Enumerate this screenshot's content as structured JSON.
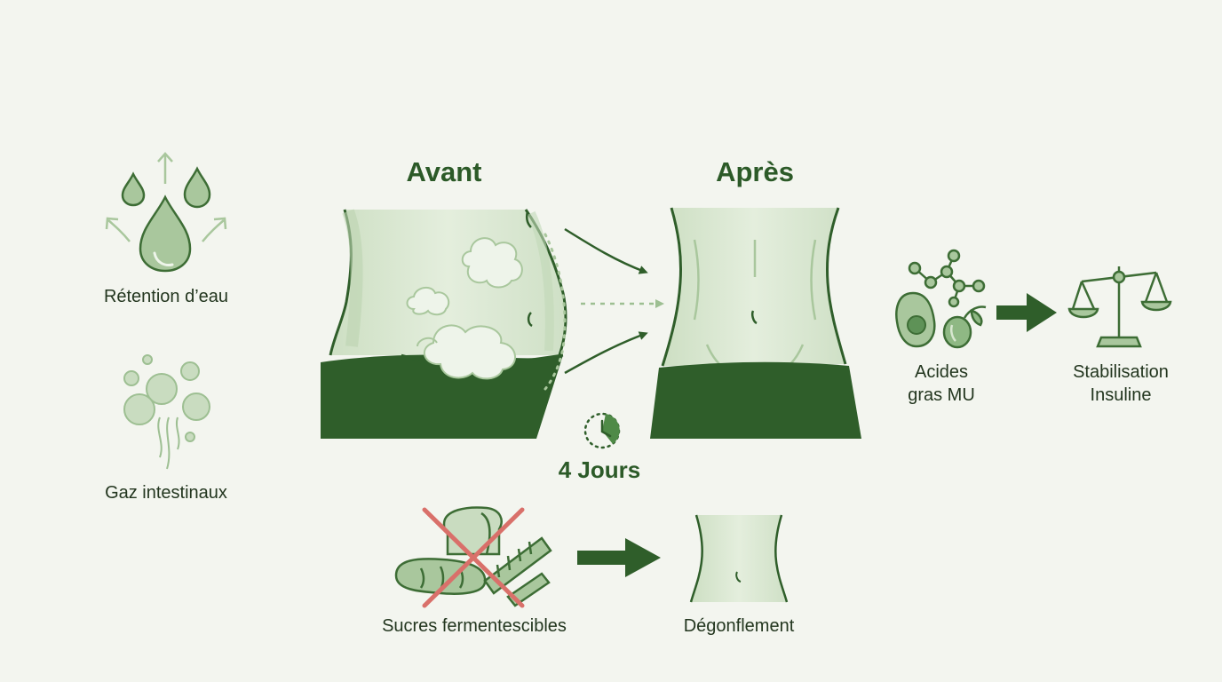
{
  "labels": {
    "water_retention": "Rétention d’eau",
    "intestinal_gas": "Gaz intestinaux",
    "before": "Avant",
    "after": "Après",
    "duration": "4 Jours",
    "mufa": "Acides\ngras MU",
    "insulin": "Stabilisation\nInsuline",
    "fermentable_sugars": "Sucres fermentescibles",
    "deflation": "Dégonflement"
  },
  "icons": {
    "water": "water-drop-icon",
    "gas": "bubbles-icon",
    "timer": "timer-icon",
    "avocado": "avocado-icon",
    "olive": "olive-icon",
    "molecule": "molecule-icon",
    "scale": "balance-scale-icon",
    "bread": "bread-icon",
    "pasta": "pasta-icon",
    "cross": "red-cross-icon"
  },
  "colors": {
    "dark_green": "#2f5e2a",
    "light_green": "#a8c79c",
    "pale_green": "#dfe9d8",
    "cross_red": "#d9706a",
    "background": "#f3f5ef"
  }
}
